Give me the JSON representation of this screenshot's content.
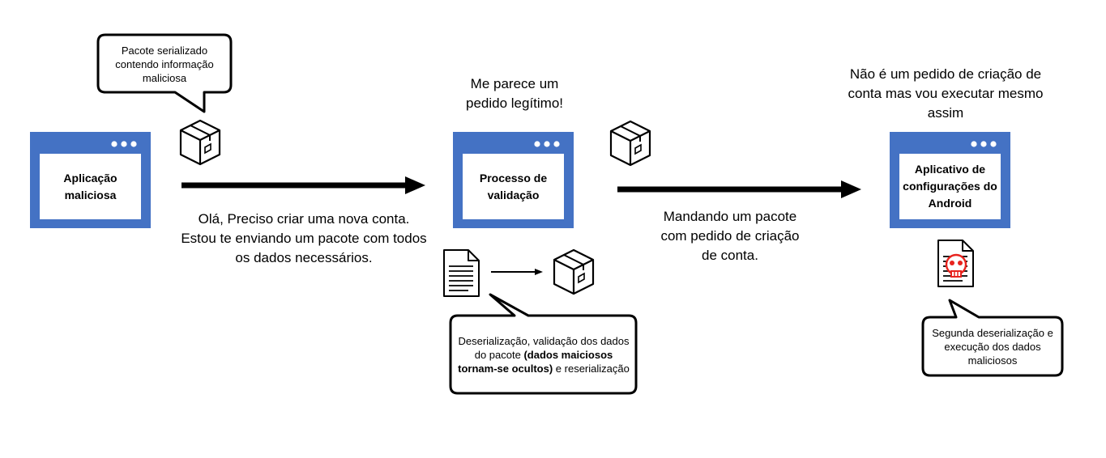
{
  "colors": {
    "window": "#4472C4",
    "arrow": "#000000",
    "danger": "#E8231E",
    "stroke": "#000000"
  },
  "windows": {
    "app": "Aplicação maliciosa",
    "validation": "Processo de validação",
    "android": "Aplicativo de configurações do Android"
  },
  "callouts": {
    "serialized": "Pacote serializado contendo informação maliciosa",
    "deser_a": "Deserialização, validação dos dados do pacote",
    "deser_bold": "(dados maiciosos tornam-se ocultos)",
    "deser_b": "e reserialização",
    "second": "Segunda deserialização e execução dos dados maliciosos"
  },
  "labels": {
    "request": "Olá, Preciso criar uma nova conta. Estou te enviando um pacote com todos os dados necessários.",
    "legit": "Me parece um pedido legítimo!",
    "sending": "Mandando um pacote com pedido de criação de conta.",
    "execute": "Não é um pedido de criação de conta mas vou executar mesmo assim"
  },
  "icons": [
    "package-icon",
    "document-icon",
    "skull-document-icon",
    "window-dots-icon"
  ]
}
